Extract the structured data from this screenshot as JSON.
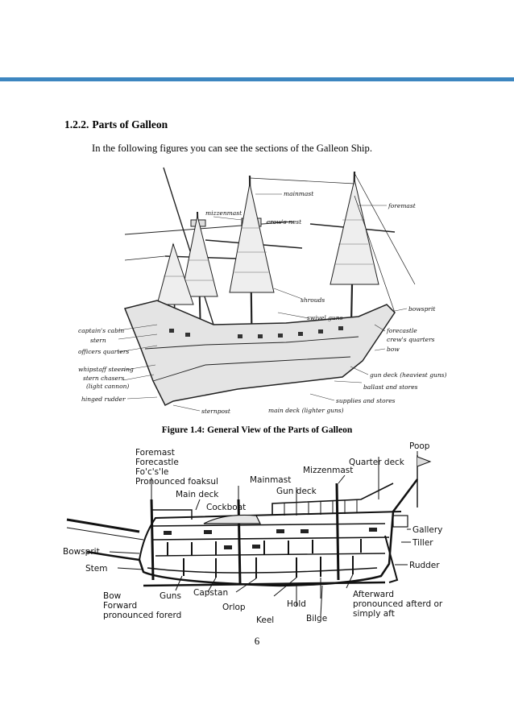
{
  "section": {
    "number": "1.2.2.",
    "title": "Parts of Galleon",
    "intro": "In the following figures you can see the sections of the Galleon Ship."
  },
  "figure1": {
    "caption": "Figure 1.4: General View of the Parts of Galleon",
    "labels": {
      "mainmast": "mainmast",
      "foremast": "foremast",
      "mizzenmast": "mizzenmast",
      "crows_nest": "crow's nest",
      "bowsprit": "bowsprit",
      "shrouds": "shrouds",
      "swivel_guns": "swivel guns",
      "forecastle": "forecastle",
      "crews_quarters": "crew's quarters",
      "bow": "bow",
      "gun_deck": "gun deck (heaviest guns)",
      "ballast": "ballast and stores",
      "supplies": "supplies and stores",
      "main_deck": "main deck (lighter guns)",
      "sternpost": "sternpost",
      "captains_cabin": "captain's cabin",
      "stern": "stern",
      "officers_quarters": "officers quarters",
      "whipstaff": "whipstaff steering",
      "stern_chasers": "stern chasers",
      "light_cannon": "(light cannon)",
      "hinged_rudder": "hinged rudder"
    }
  },
  "figure2": {
    "labels": {
      "poop": "Poop",
      "foremast": "Foremast",
      "forecastle": "Forecastle",
      "focsle": "Fo'c's'le",
      "pronounced_foaksul": "Pronounced foaksul",
      "main_deck": "Main deck",
      "mainmast": "Mainmast",
      "gun_deck": "Gun deck",
      "mizzenmast": "Mizzenmast",
      "quarter_deck": "Quarter deck",
      "cockboat": "Cockboat",
      "gallery": "Gallery",
      "tiller": "Tiller",
      "bowsprit": "Bowsprit",
      "stem": "Stem",
      "rudder": "Rudder",
      "bow": "Bow",
      "forward": "Forward",
      "pronounced_forerd": "pronounced forerd",
      "guns": "Guns",
      "capstan": "Capstan",
      "orlop": "Orlop",
      "keel": "Keel",
      "hold": "Hold",
      "bilge": "Bilge",
      "afterward": "Afterward",
      "pronounced_afterd": "pronounced afterd or",
      "simply_aft": "simply aft"
    }
  },
  "page_number": "6"
}
